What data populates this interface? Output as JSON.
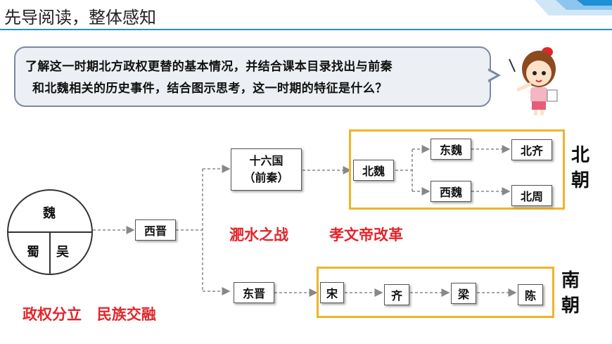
{
  "header": {
    "title": "先导阅读，整体感知"
  },
  "bubble": {
    "line1": "了解这一时期北方政权更替的基本情况，并结合课本目录找出与前秦",
    "line2": "和北魏相关的历史事件，结合图示思考，这一时期的特征是什么？"
  },
  "circle": {
    "top": "魏",
    "left": "蜀",
    "right": "吴"
  },
  "nodes": {
    "xijin": "西晋",
    "sixteen_line1": "十六国",
    "sixteen_line2": "（前秦）",
    "beiwei": "北魏",
    "dongwei": "东魏",
    "xiwei": "西魏",
    "beiqi": "北齐",
    "beizhou": "北周",
    "dongjin": "东晋",
    "song": "宋",
    "qi": "齐",
    "liang": "梁",
    "chen": "陈"
  },
  "labels": {
    "north_1": "北",
    "north_2": "朝",
    "south_1": "南",
    "south_2": "朝",
    "event_feishui": "淝水之战",
    "event_reform": "孝文帝改革",
    "feature": "政权分立   民族交融"
  },
  "colors": {
    "accent": "#f0b42a",
    "red": "#e2262b",
    "header_blue": "#1f8fd6"
  },
  "icons": {
    "teacher": "teacher-girl-illustration"
  }
}
